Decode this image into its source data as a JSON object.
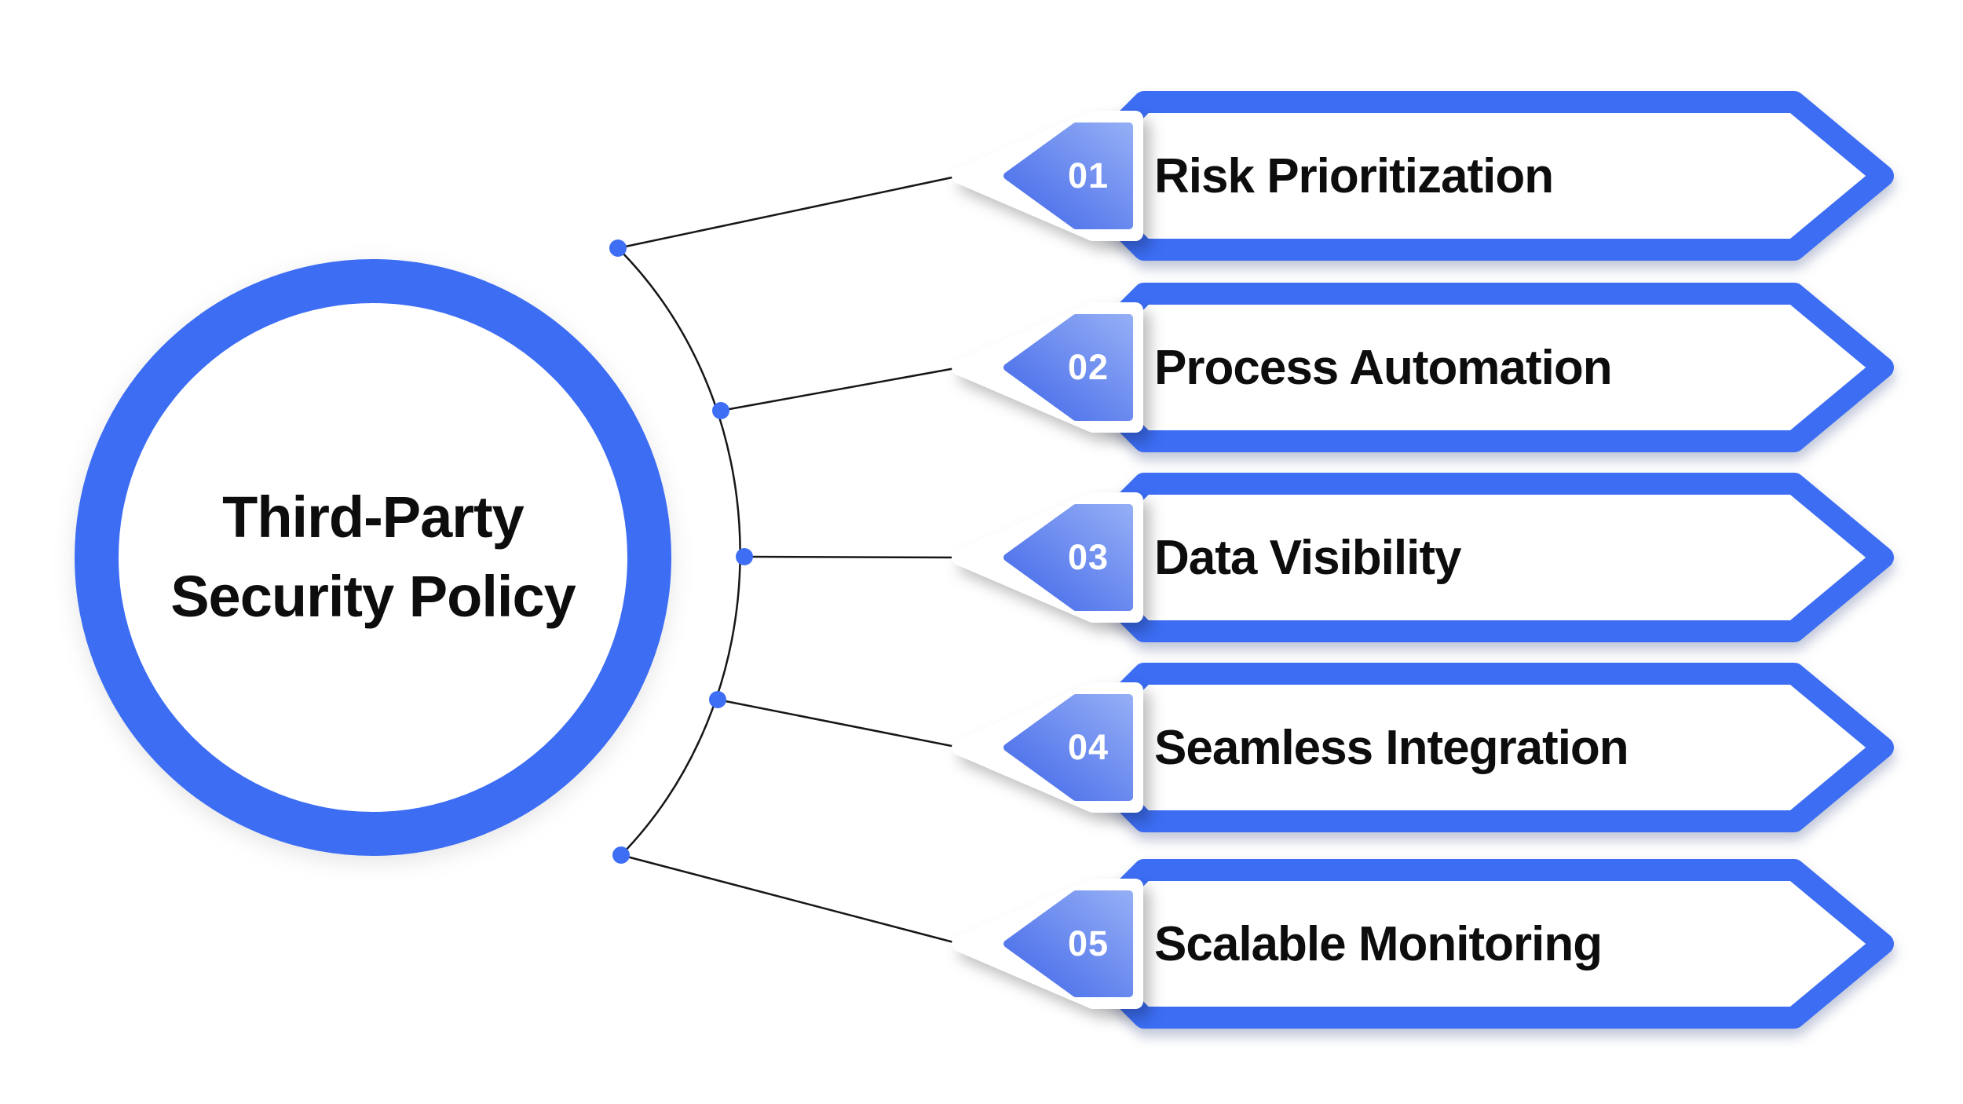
{
  "hub": {
    "title_line1": "Third-Party",
    "title_line2": "Security Policy"
  },
  "items": [
    {
      "number": "01",
      "label": "Risk Prioritization"
    },
    {
      "number": "02",
      "label": "Process Automation"
    },
    {
      "number": "03",
      "label": "Data Visibility"
    },
    {
      "number": "04",
      "label": "Seamless Integration"
    },
    {
      "number": "05",
      "label": "Scalable Monitoring"
    }
  ],
  "colors": {
    "accent": "#3C6DF3",
    "badge_gradient_start": "#4167E9",
    "badge_gradient_end": "#93ADF5",
    "dot": "#3E6EF3",
    "connector": "#161616",
    "text": "#0D0D0D"
  }
}
